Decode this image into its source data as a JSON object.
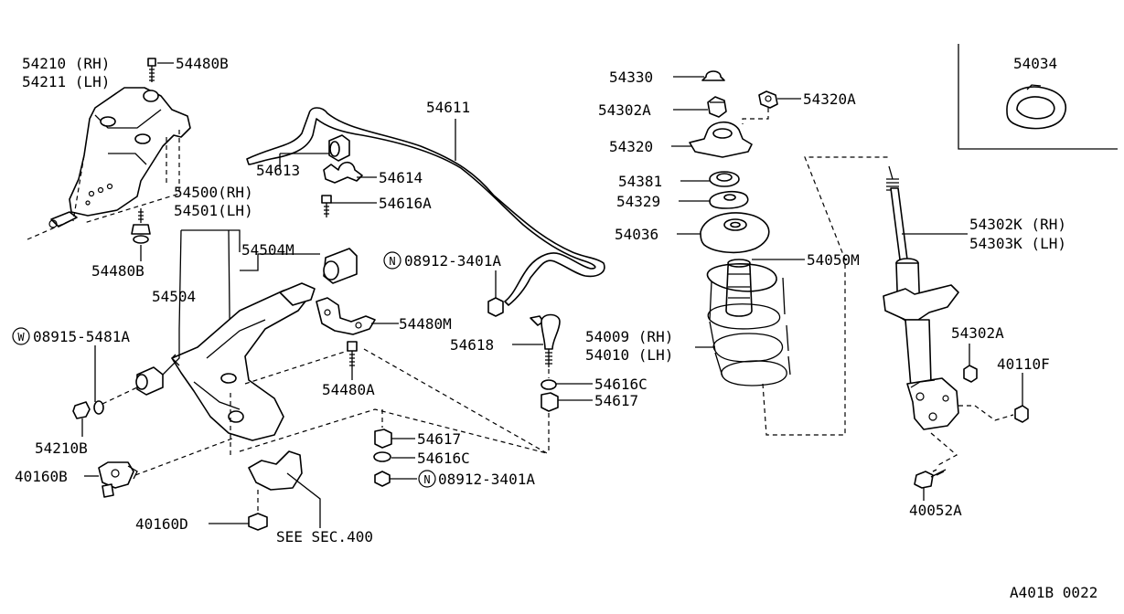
{
  "labels": {
    "l54210": "54210 (RH)",
    "l54211": "54211 (LH)",
    "l54480B_top": "54480B",
    "l54480B_bot": "54480B",
    "l54500": "54500(RH)",
    "l54501": "54501(LH)",
    "l54504M": "54504M",
    "l54504": "54504",
    "l08915": "08915-5481A",
    "l54210B": "54210B",
    "l40160B": "40160B",
    "l40160D": "40160D",
    "lSEE": "SEE SEC.400",
    "l54611": "54611",
    "l54613": "54613",
    "l54614": "54614",
    "l54616A": "54616A",
    "l08912_a": "08912-3401A",
    "l54480M": "54480M",
    "l54618": "54618",
    "l54480A": "54480A",
    "l54616C_a": "54616C",
    "l54617_a": "54617",
    "l54617_b": "54617",
    "l54616C_b": "54616C",
    "l08912_b": "08912-3401A",
    "l54330": "54330",
    "l54302A_top": "54302A",
    "l54320A": "54320A",
    "l54320": "54320",
    "l54381": "54381",
    "l54329": "54329",
    "l54036": "54036",
    "l54050M": "54050M",
    "l54009": "54009 (RH)",
    "l54010": "54010 (LH)",
    "l54302K": "54302K (RH)",
    "l54303K": "54303K (LH)",
    "l54302A_mid": "54302A",
    "l40110F": "40110F",
    "l40052A": "40052A",
    "l54034": "54034",
    "lcode": "A401B 0022"
  },
  "symbols": {
    "n1": "N",
    "n2": "N",
    "w1": "W"
  }
}
